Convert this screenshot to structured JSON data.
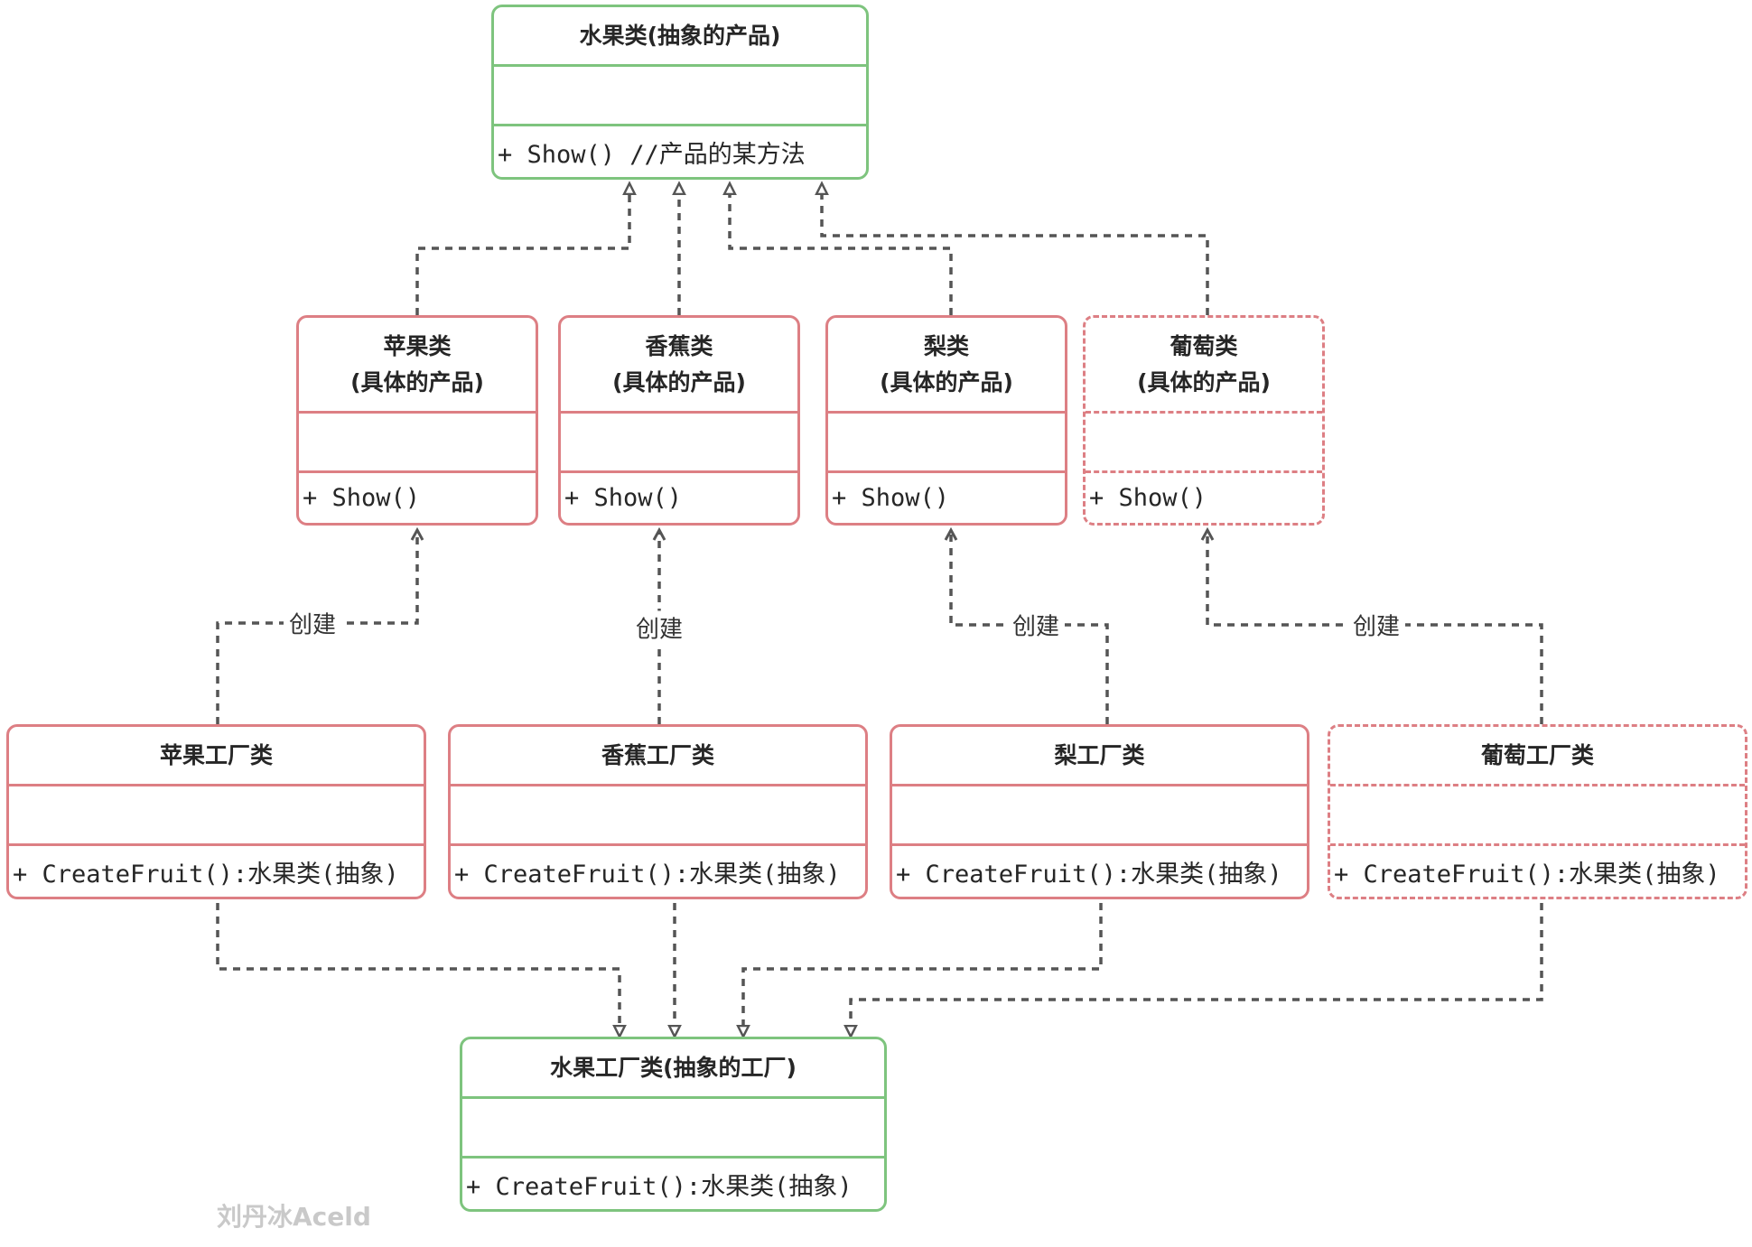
{
  "classes": {
    "fruit_abstract": {
      "name": "水果类(抽象的产品)",
      "method": "+ Show() //产品的某方法"
    },
    "apple": {
      "name": "苹果类\n(具体的产品)",
      "method": "+ Show()"
    },
    "banana": {
      "name": "香蕉类\n(具体的产品)",
      "method": "+ Show()"
    },
    "pear": {
      "name": "梨类\n(具体的产品)",
      "method": "+ Show()"
    },
    "grape": {
      "name": "葡萄类\n(具体的产品)",
      "method": "+ Show()"
    },
    "apple_factory": {
      "name": "苹果工厂类",
      "method": "+ CreateFruit():水果类(抽象)"
    },
    "banana_factory": {
      "name": "香蕉工厂类",
      "method": "+ CreateFruit():水果类(抽象)"
    },
    "pear_factory": {
      "name": "梨工厂类",
      "method": "+ CreateFruit():水果类(抽象)"
    },
    "grape_factory": {
      "name": "葡萄工厂类",
      "method": "+ CreateFruit():水果类(抽象)"
    },
    "factory_abstract": {
      "name": "水果工厂类(抽象的工厂)",
      "method": "+ CreateFruit():水果类(抽象)"
    }
  },
  "relations": {
    "create_label": "创建"
  },
  "colors": {
    "abstract_border": "#7ec47e",
    "concrete_border": "#dd7f84",
    "connector": "#555555"
  },
  "watermark": "刘丹冰Aceld"
}
